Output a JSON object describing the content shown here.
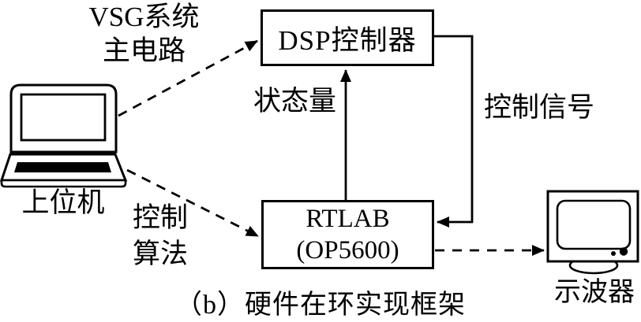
{
  "figure": {
    "caption": "（b）硬件在环实现框架",
    "colors": {
      "line": "#000000",
      "background": "#ffffff"
    },
    "nodes": {
      "host": {
        "label": "上位机"
      },
      "dsp": {
        "label": "DSP控制器"
      },
      "rtlab": {
        "line1": "RTLAB",
        "line2": "(OP5600)"
      },
      "scope": {
        "label": "示波器"
      }
    },
    "labels": {
      "vsg_line1": "VSG系统",
      "vsg_line2": "主电路",
      "state": "状态量",
      "control_signal": "控制信号",
      "algo_line1": "控制",
      "algo_line2": "算法"
    }
  }
}
